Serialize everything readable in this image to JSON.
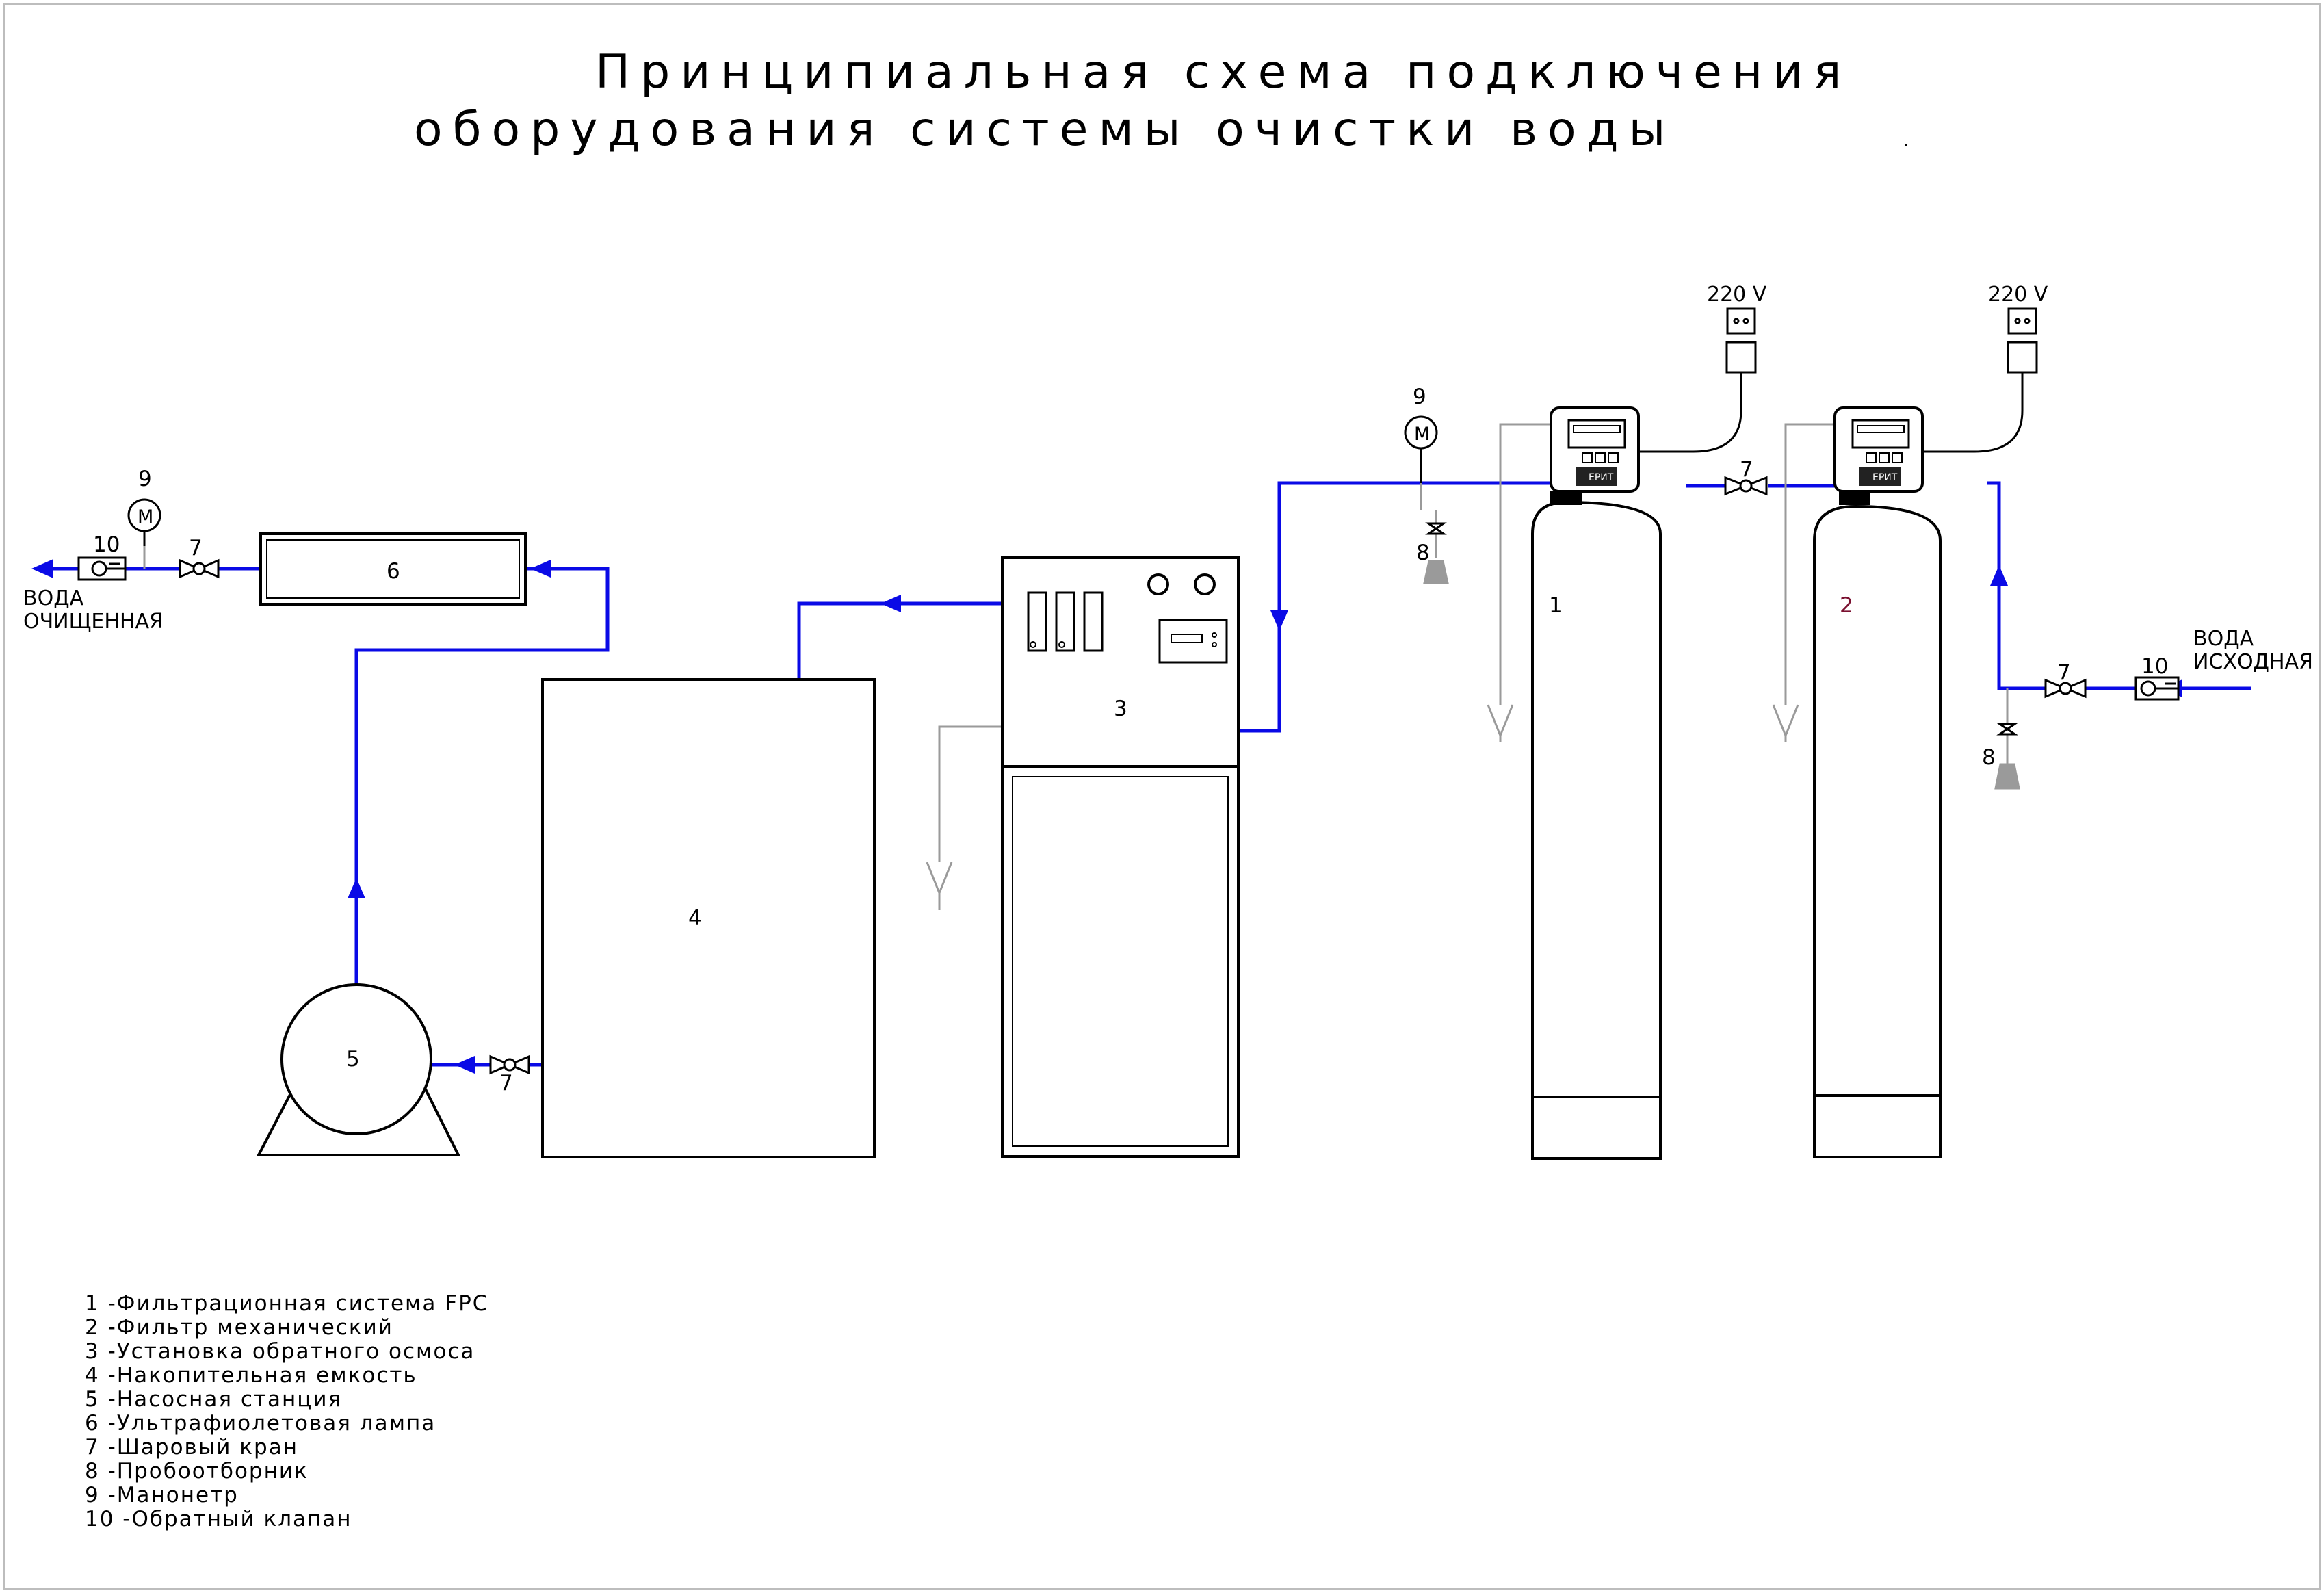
{
  "title": {
    "line1": "Принципиальная схема подключения",
    "line2": "оборудования системы очистки воды"
  },
  "colors": {
    "pipe": "#0a0ae6",
    "outline": "#000000",
    "drain": "#9a9a9a",
    "label_2": "#7a1030"
  },
  "labels": {
    "outlet": [
      "ВОДА",
      "ОЧИЩЕННАЯ"
    ],
    "inlet": [
      "ВОДА",
      "ИСХОДНАЯ"
    ],
    "power": "220 V",
    "gauge_symbol": "M",
    "valve_brand": "ЕРИТ"
  },
  "nodes": {
    "n1": "1",
    "n2": "2",
    "n3": "3",
    "n4": "4",
    "n5": "5",
    "n6": "6",
    "n7": "7",
    "n8": "8",
    "n9": "9",
    "n10": "10"
  },
  "legend": [
    "1 -Фильтрационная система FPC",
    "2 -Фильтр механический",
    "3 -Установка обратного осмоса",
    "4 -Накопительная емкость",
    "5 -Насосная станция",
    "6 -Ультрафиолетовая лампа",
    "7 -Шаровый кран",
    "8 -Пробоотборник",
    "9 -Манонетр",
    "10 -Обратный клапан"
  ],
  "icons": [
    "arrow-icon",
    "ball-valve-icon",
    "check-valve-icon",
    "pressure-gauge-icon",
    "sampler-icon",
    "drain-funnel-icon",
    "socket-icon",
    "plug-icon",
    "control-head-icon"
  ]
}
